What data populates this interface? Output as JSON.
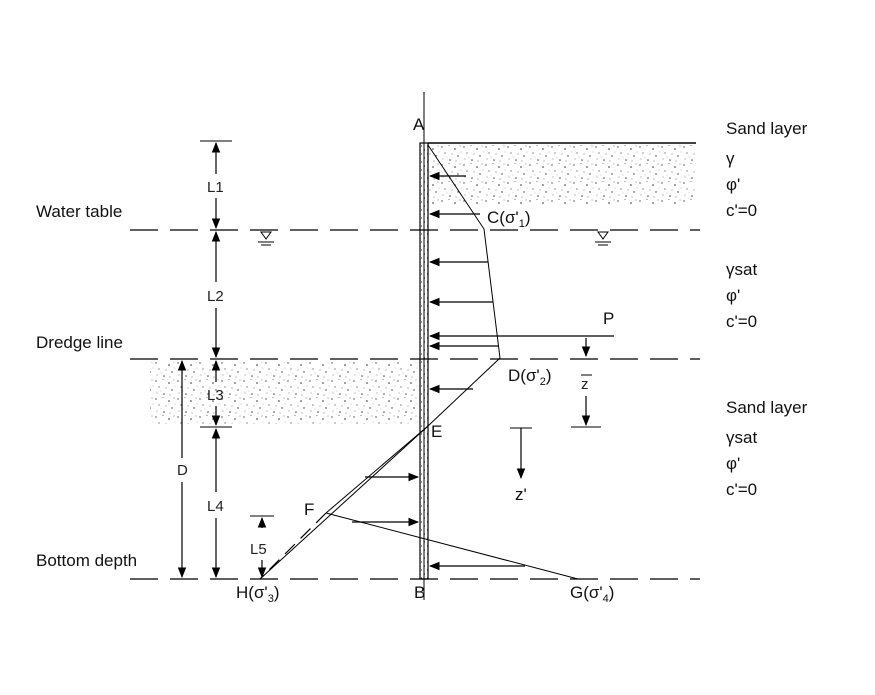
{
  "diagram": {
    "labels": {
      "point_a": "A",
      "point_b": "B",
      "point_c": "C(σ'",
      "point_c_sub": "1",
      "point_d": "D(σ'",
      "point_d_sub": "2",
      "point_e": "E",
      "point_f": "F",
      "point_g": "G(σ'",
      "point_g_sub": "4",
      "point_h": "H(σ'",
      "point_h_sub": "3",
      "close_paren": ")",
      "force_p": "P",
      "dist_z": "z",
      "dist_z_prime": "z'",
      "dim_l1": "L1",
      "dim_l2": "L2",
      "dim_l3": "L3",
      "dim_l4": "L4",
      "dim_l5": "L5",
      "dim_d": "D"
    },
    "levels": {
      "water_table": "Water table",
      "dredge_line": "Dredge line",
      "bottom_depth": "Bottom depth"
    },
    "layers": {
      "top": {
        "title": "Sand layer",
        "props": [
          "γ",
          "φ'",
          "c'=0"
        ]
      },
      "middle": {
        "props": [
          "γsat",
          "φ'",
          "c'=0"
        ]
      },
      "bottom": {
        "title": "Sand layer",
        "props": [
          "γsat",
          "φ'",
          "c'=0"
        ]
      }
    }
  }
}
